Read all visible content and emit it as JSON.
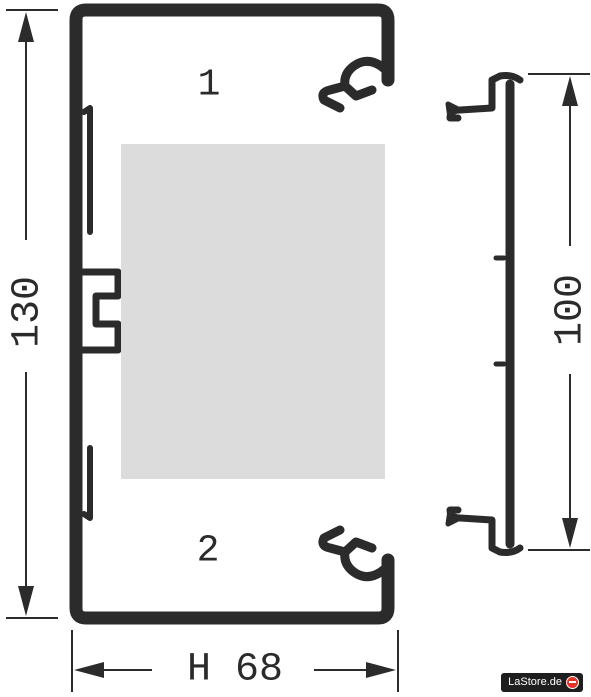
{
  "diagram": {
    "dimensions": {
      "height_total": "130",
      "height_cover": "100",
      "width": "H 68"
    },
    "chambers": {
      "upper": "1",
      "lower": "2"
    }
  },
  "watermark": {
    "text": "LaStore.de"
  },
  "colors": {
    "profile": "#2b2b2b",
    "insert_panel": "#dcdcdc",
    "background": "#ffffff",
    "badge_background": "#1e1e1e",
    "badge_icon": "#e63328"
  }
}
